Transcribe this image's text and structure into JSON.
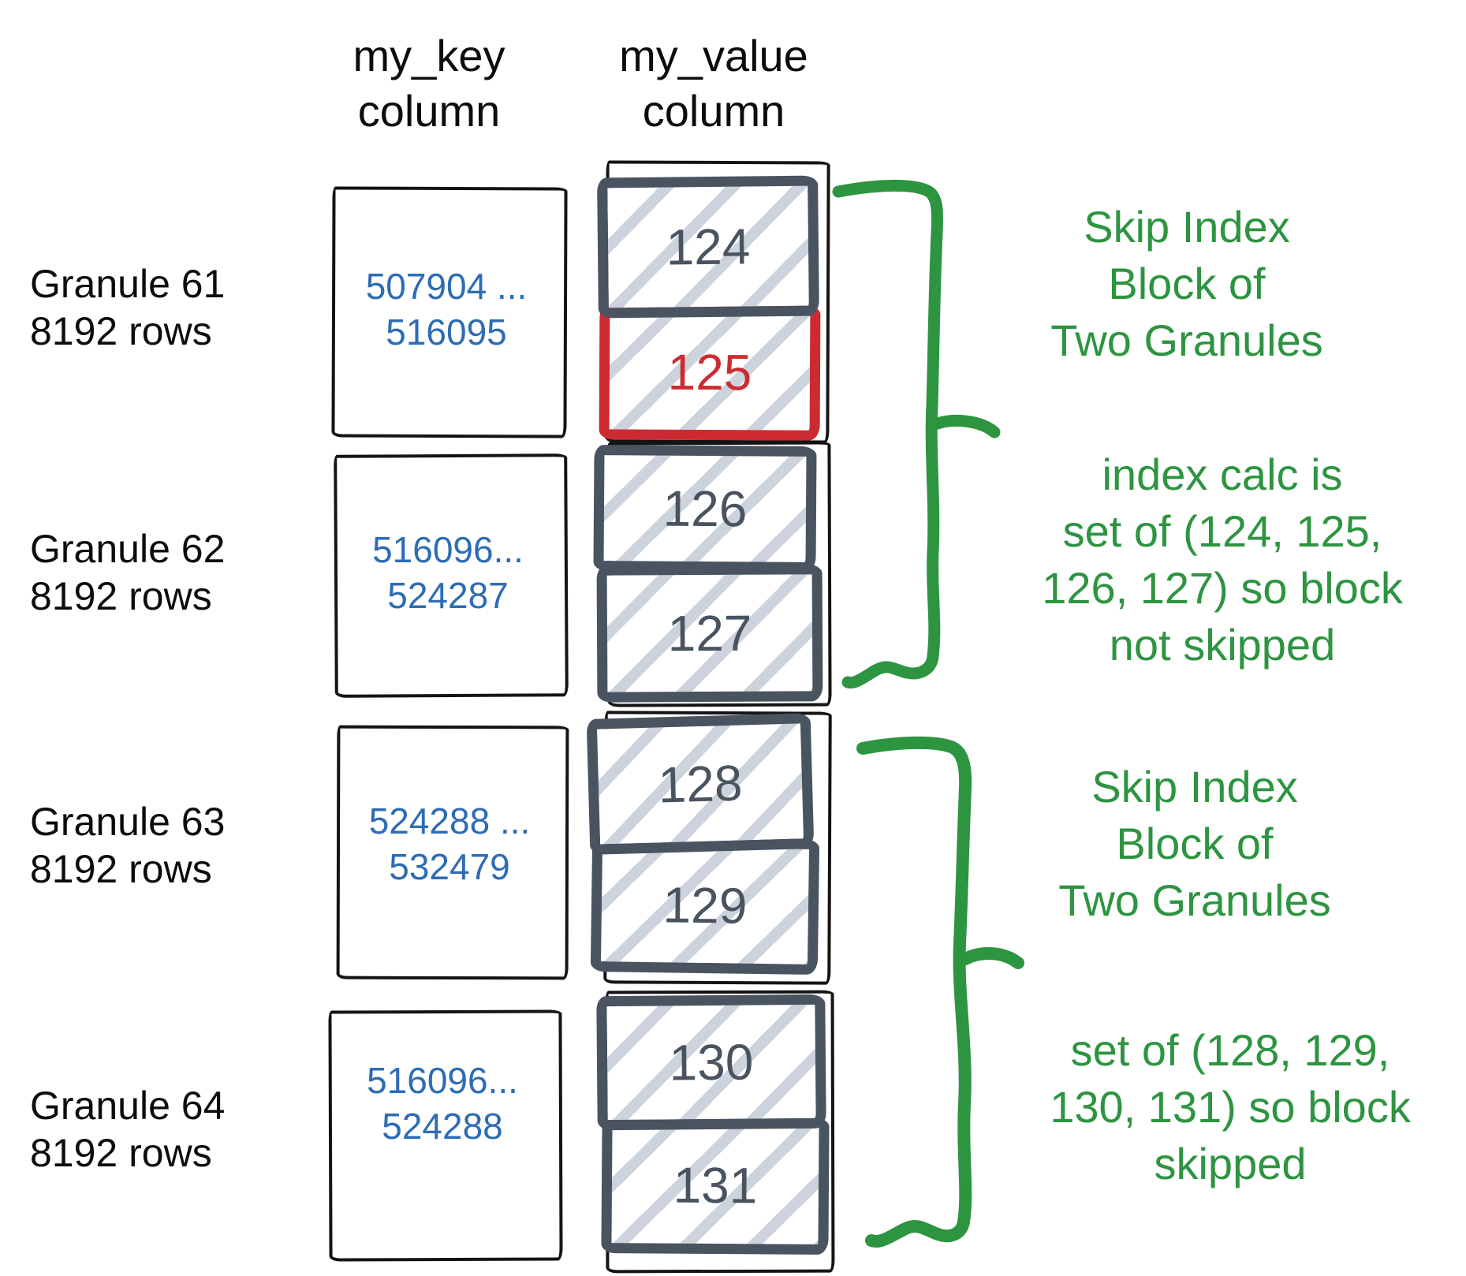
{
  "headers": {
    "key": "my_key\ncolumn",
    "value": "my_value\ncolumn"
  },
  "granules": [
    {
      "label": "Granule 61\n8192 rows",
      "key_range": "507904 ...\n516095",
      "blocks": [
        "124",
        "125"
      ]
    },
    {
      "label": "Granule 62\n8192 rows",
      "key_range": "516096...\n524287",
      "blocks": [
        "126",
        "127"
      ]
    },
    {
      "label": "Granule 63\n8192 rows",
      "key_range": "524288 ...\n532479",
      "blocks": [
        "128",
        "129"
      ]
    },
    {
      "label": "Granule 64\n8192 rows",
      "key_range": "516096...\n524288",
      "blocks": [
        "130",
        "131"
      ]
    }
  ],
  "highlighted_block": "125",
  "annotations": {
    "skip_block_1": "Skip Index\nBlock of\nTwo Granules",
    "calc_1": "index calc is\nset of (124, 125,\n126, 127) so block\nnot skipped",
    "skip_block_2": "Skip Index\nBlock of\nTwo Granules",
    "calc_2": "set of (128, 129,\n130, 131) so block\nskipped"
  },
  "colors": {
    "key_text_blue": "#2d6cb5",
    "annotation_green": "#2d9440",
    "block_border_slate": "#4a5360",
    "highlight_red": "#cd2b31",
    "hatch_stripe": "#ccd3dd",
    "sketch_black": "#141414"
  }
}
